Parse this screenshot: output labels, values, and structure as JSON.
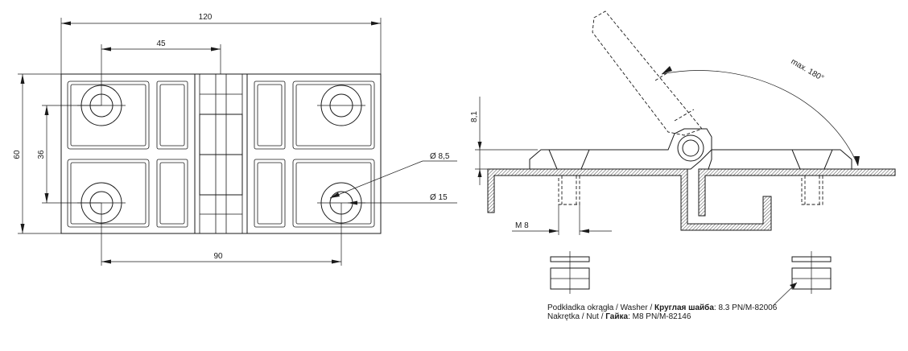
{
  "dimensions": {
    "overall_width": "120",
    "hole_offset": "45",
    "overall_height": "60",
    "hole_vertical_spacing": "36",
    "hole_horizontal_spacing": "90",
    "bore_diameter": "Ø 8,5",
    "counterbore_diameter": "Ø 15",
    "thread": "M 8",
    "leaf_thickness": "8,1",
    "max_angle": "max. 180°"
  },
  "notes": {
    "washer_pl": "Podkładka okrągła / Washer / ",
    "washer_ru": "Круглая шайба",
    "washer_spec": ":   8.3 PN/M-82006",
    "nut_pl": "Nakrętka / Nut / ",
    "nut_ru": "Гайка",
    "nut_spec": ":   M8 PN/M-82146"
  },
  "colors": {
    "line": "#1a1a1a",
    "background": "#ffffff"
  }
}
